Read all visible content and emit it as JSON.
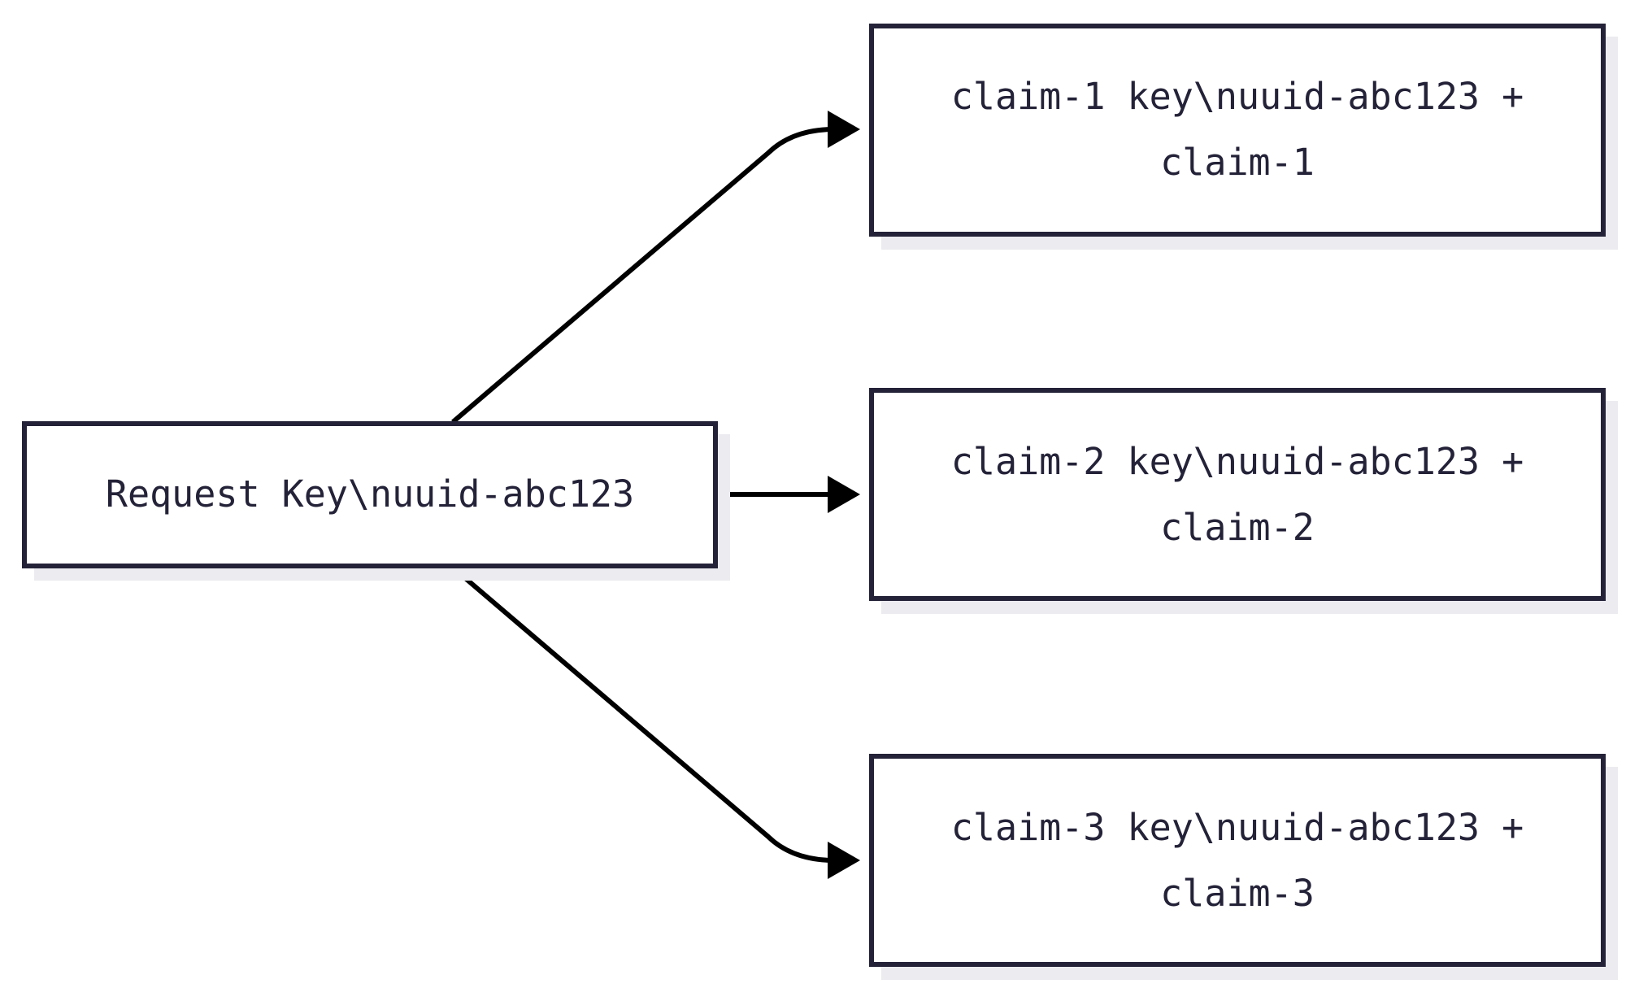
{
  "nodes": {
    "request": {
      "label": "Request Key\\nuuid-abc123"
    },
    "claim1": {
      "line1": "claim-1 key\\nuuid-abc123 +",
      "line2": "claim-1"
    },
    "claim2": {
      "line1": "claim-2 key\\nuuid-abc123 +",
      "line2": "claim-2"
    },
    "claim3": {
      "line1": "claim-3 key\\nuuid-abc123 +",
      "line2": "claim-3"
    }
  },
  "edges": [
    {
      "from": "request",
      "to": "claim1"
    },
    {
      "from": "request",
      "to": "claim2"
    },
    {
      "from": "request",
      "to": "claim3"
    }
  ],
  "colors": {
    "border": "#232238",
    "text": "#232238",
    "edge": "#000000",
    "shadow": "#ebebf0",
    "background": "#ffffff"
  }
}
